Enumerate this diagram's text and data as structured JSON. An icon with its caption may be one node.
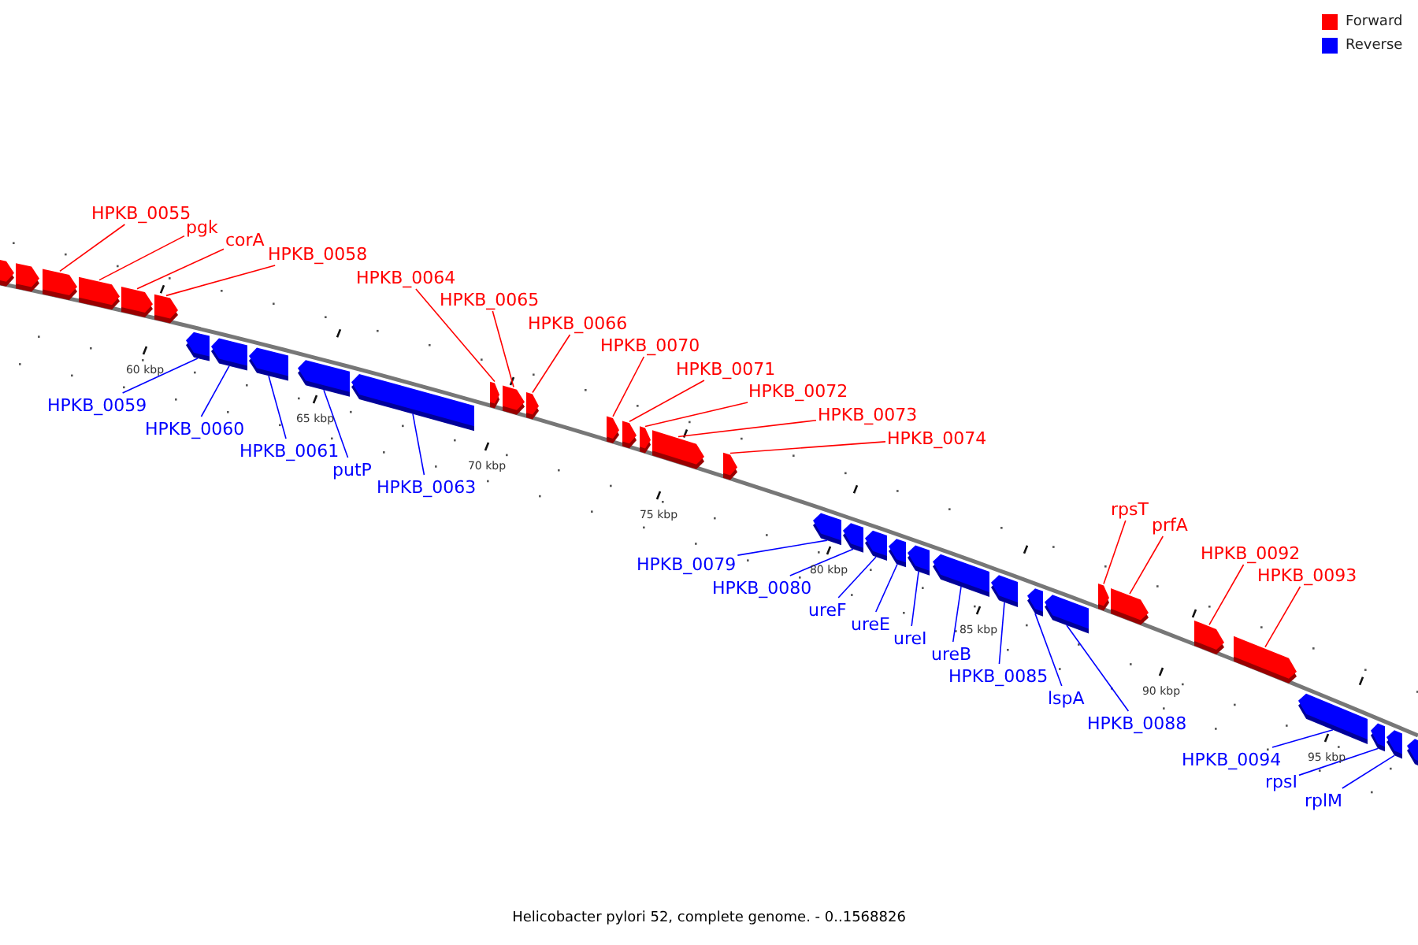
{
  "diagram": {
    "caption": "Helicobacter pylori 52, complete genome. - 0..1568826",
    "nodes": [
      {
        "text": [
          "HPKB_0055"
        ]
      },
      {
        "text": [
          "pgk"
        ]
      },
      {
        "text": [
          "corA"
        ]
      },
      {
        "text": [
          "HPKB_0058"
        ]
      },
      {
        "text": [
          "HPKB_0064"
        ]
      },
      {
        "text": [
          "HPKB_0065"
        ]
      },
      {
        "text": [
          "HPKB_0066"
        ]
      },
      {
        "text": [
          "HPKB_0070"
        ]
      },
      {
        "text": [
          "HPKB_0071"
        ]
      },
      {
        "text": [
          "HPKB_0072"
        ]
      },
      {
        "text": [
          "HPKB_0073"
        ]
      },
      {
        "text": [
          "HPKB_0074"
        ]
      },
      {
        "text": [
          "rpsT"
        ]
      },
      {
        "text": [
          "prfA"
        ]
      },
      {
        "text": [
          "HPKB_0092"
        ]
      },
      {
        "text": [
          "HPKB_0093"
        ]
      },
      {
        "text": [
          "HPKB_0059"
        ]
      },
      {
        "text": [
          "HPKB_0060"
        ]
      },
      {
        "text": [
          "HPKB_0061"
        ]
      },
      {
        "text": [
          "putP"
        ]
      },
      {
        "text": [
          "HPKB_0063"
        ]
      },
      {
        "text": [
          "HPKB_0079"
        ]
      },
      {
        "text": [
          "HPKB_0080"
        ]
      },
      {
        "text": [
          "ureF"
        ]
      },
      {
        "text": [
          "ureE"
        ]
      },
      {
        "text": [
          "ureI"
        ]
      },
      {
        "text": [
          "ureB"
        ]
      },
      {
        "text": [
          "HPKB_0085"
        ]
      },
      {
        "text": [
          "lspA"
        ]
      },
      {
        "text": [
          "HPKB_0088"
        ]
      },
      {
        "text": [
          "HPKB_0094"
        ]
      },
      {
        "text": [
          "rpsI"
        ]
      },
      {
        "text": [
          "rplM"
        ]
      },
      {
        "text": [],
        "shape": "bar"
      },
      {
        "text": [],
        "shape": "bar"
      },
      {
        "text": [],
        "shape": "bar"
      },
      {
        "text": [],
        "shape": "bar"
      },
      {
        "text": [],
        "shape": "bar"
      },
      {
        "text": [],
        "shape": "bar"
      },
      {
        "text": [],
        "shape": "bar"
      },
      {
        "text": [],
        "shape": "bar"
      },
      {
        "text": [],
        "shape": "bar"
      },
      {
        "text": [],
        "shape": "bar"
      },
      {
        "text": [],
        "shape": "bar"
      },
      {
        "text": [],
        "shape": "bar"
      },
      {
        "text": [],
        "shape": "bar"
      },
      {
        "text": [],
        "shape": "bar"
      },
      {
        "text": [],
        "shape": "bar"
      },
      {
        "text": [],
        "shape": "bar"
      },
      {
        "text": [],
        "shape": "bar"
      },
      {
        "text": [],
        "shape": "bar"
      },
      {
        "text": [],
        "shape": "bar"
      },
      {
        "text": [],
        "shape": "bar"
      },
      {
        "text": [],
        "shape": "bar"
      },
      {
        "text": [],
        "shape": "bar"
      },
      {
        "text": [],
        "shape": "bar"
      },
      {
        "text": [],
        "shape": "bar"
      },
      {
        "text": [],
        "shape": "bar"
      },
      {
        "text": [],
        "shape": "bar"
      },
      {
        "text": [],
        "shape": "bar"
      },
      {
        "text": [],
        "shape": "bar"
      },
      {
        "text": [],
        "shape": "bar"
      },
      {
        "text": [],
        "shape": "bar"
      },
      {
        "text": [],
        "shape": "bar"
      },
      {
        "text": [],
        "shape": "bar"
      },
      {
        "text": [],
        "shape": "bar"
      },
      {
        "text": [],
        "shape": "bar"
      },
      {
        "text": [],
        "shape": "bar"
      },
      {
        "text": [],
        "shape": "bar"
      }
    ],
    "edges": [
      {
        "from": 0,
        "to": 35,
        "arrow": "none",
        "color": "#ff0000"
      },
      {
        "from": 1,
        "to": 36,
        "arrow": "none",
        "color": "#ff0000"
      },
      {
        "from": 2,
        "to": 37,
        "arrow": "none",
        "color": "#ff0000"
      },
      {
        "from": 3,
        "to": 38,
        "arrow": "none",
        "color": "#ff0000"
      },
      {
        "from": 4,
        "to": 39,
        "arrow": "none",
        "color": "#ff0000"
      },
      {
        "from": 5,
        "to": 40,
        "arrow": "none",
        "color": "#ff0000"
      },
      {
        "from": 6,
        "to": 41,
        "arrow": "none",
        "color": "#ff0000"
      },
      {
        "from": 7,
        "to": 42,
        "arrow": "none",
        "color": "#ff0000"
      },
      {
        "from": 8,
        "to": 43,
        "arrow": "none",
        "color": "#ff0000"
      },
      {
        "from": 9,
        "to": 44,
        "arrow": "none",
        "color": "#ff0000"
      },
      {
        "from": 10,
        "to": 45,
        "arrow": "none",
        "color": "#ff0000"
      },
      {
        "from": 11,
        "to": 46,
        "arrow": "none",
        "color": "#ff0000"
      },
      {
        "from": 12,
        "to": 47,
        "arrow": "none",
        "color": "#ff0000"
      },
      {
        "from": 13,
        "to": 48,
        "arrow": "none",
        "color": "#ff0000"
      },
      {
        "from": 14,
        "to": 49,
        "arrow": "none",
        "color": "#ff0000"
      },
      {
        "from": 15,
        "to": 50,
        "arrow": "none",
        "color": "#ff0000"
      },
      {
        "from": 16,
        "to": 51,
        "arrow": "none"
      },
      {
        "from": 17,
        "to": 52,
        "arrow": "none"
      },
      {
        "from": 18,
        "to": 53,
        "arrow": "none"
      },
      {
        "from": 19,
        "to": 54,
        "arrow": "none"
      },
      {
        "from": 20,
        "to": 55,
        "arrow": "none"
      },
      {
        "from": 21,
        "to": 56,
        "arrow": "none"
      },
      {
        "from": 22,
        "to": 57,
        "arrow": "none"
      },
      {
        "from": 23,
        "to": 58,
        "arrow": "none"
      },
      {
        "from": 24,
        "to": 59,
        "arrow": "none"
      },
      {
        "from": 25,
        "to": 60,
        "arrow": "none"
      },
      {
        "from": 26,
        "to": 61,
        "arrow": "none"
      },
      {
        "from": 27,
        "to": 62,
        "arrow": "none"
      },
      {
        "from": 28,
        "to": 63,
        "arrow": "none"
      },
      {
        "from": 29,
        "to": 64,
        "arrow": "none"
      },
      {
        "from": 30,
        "to": 65,
        "arrow": "none"
      },
      {
        "from": 31,
        "to": 66,
        "arrow": "none"
      },
      {
        "from": 32,
        "to": 67,
        "arrow": "none"
      }
    ],
    "labels": [
      "60 kbp",
      "65 kbp",
      "70 kbp",
      "75 kbp",
      "80 kbp",
      "85 kbp",
      "90 kbp",
      "95 kbp"
    ],
    "legend": [
      {
        "text": "Forward",
        "color": "#ff0000"
      },
      {
        "text": "Reverse",
        "color": "#0000ff"
      }
    ]
  }
}
